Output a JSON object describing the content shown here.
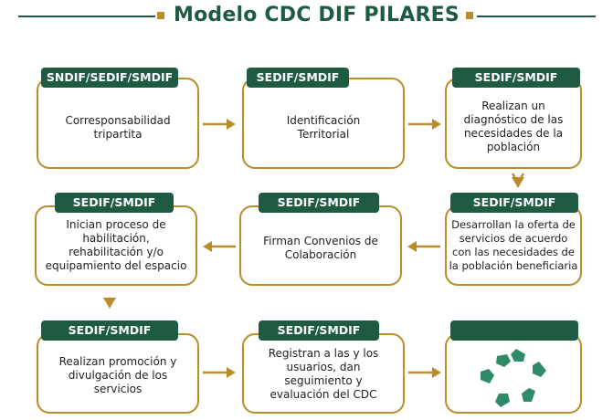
{
  "title": "Modelo CDC DIF PILARES",
  "colors": {
    "green": "#1f5a43",
    "gold": "#b98d2a",
    "hands": "#2f8a67"
  },
  "steps": [
    {
      "label": "SNDIF/SEDIF/SMDIF",
      "text": "Corresponsabilidad\ntripartita"
    },
    {
      "label": "SEDIF/SMDIF",
      "text": "Identificación\nTerritorial"
    },
    {
      "label": "SEDIF/SMDIF",
      "text": "Realizan un\ndiagnóstico de las\nnecesidades de la\npoblación"
    },
    {
      "label": "SEDIF/SMDIF",
      "text": "Desarrollan la oferta de\nservicios de acuerdo\ncon las necesidades de\nla población beneficiaria"
    },
    {
      "label": "SEDIF/SMDIF",
      "text": "Firman Convenios de\nColaboración"
    },
    {
      "label": "SEDIF/SMDIF",
      "text": "Inician proceso de\nhabilitación,\nrehabilitación y/o\nequipamiento del espacio"
    },
    {
      "label": "SEDIF/SMDIF",
      "text": "Realizan promoción y\ndivulgación de los\nservicios"
    },
    {
      "label": "SEDIF/SMDIF",
      "text": "Registran a las y los\nusuarios, dan\nseguimiento y\nevaluación del CDC"
    },
    {
      "label": "",
      "icon": "hands-circle-icon"
    }
  ]
}
